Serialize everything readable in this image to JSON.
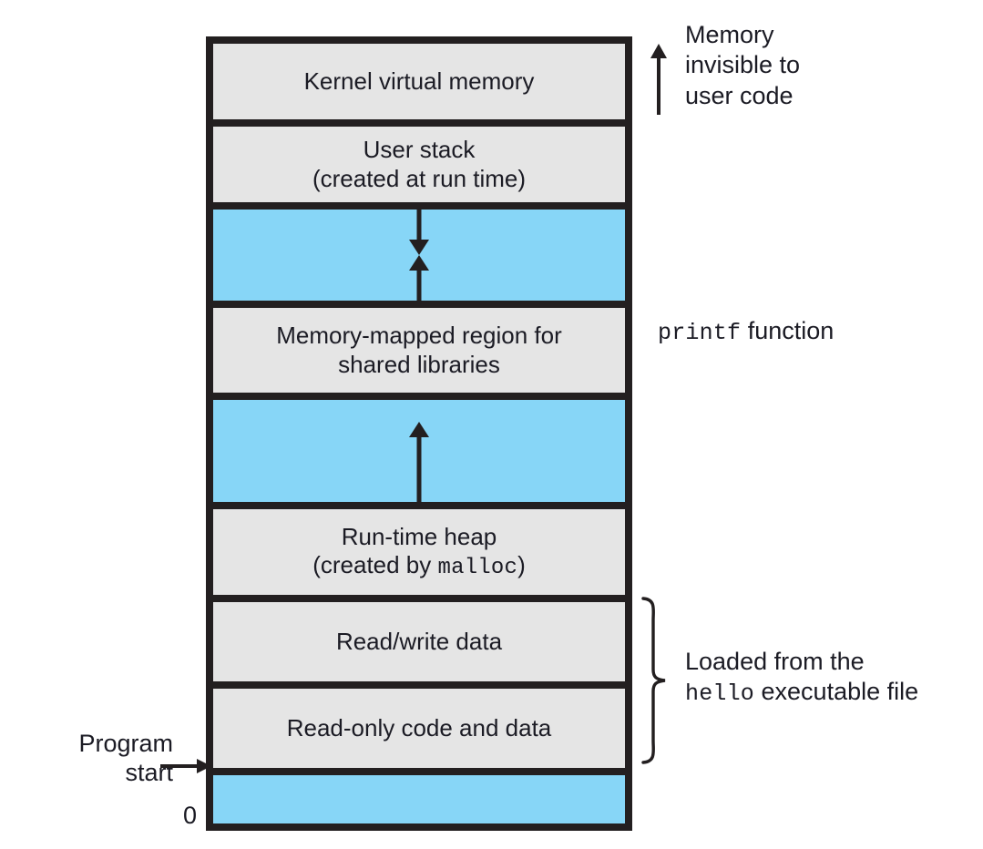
{
  "diagram": {
    "title": "Linux process virtual address space",
    "colors": {
      "block_fill": "#e5e5e5",
      "gap_fill": "#87d6f7",
      "border": "#231f20",
      "text": "#1b1b24",
      "background": "#ffffff"
    },
    "blocks": [
      {
        "id": "kernel-virtual-memory",
        "kind": "region",
        "lines": [
          {
            "text": "Kernel virtual memory",
            "mono": false
          }
        ]
      },
      {
        "id": "user-stack",
        "kind": "region",
        "lines": [
          {
            "text": "User stack",
            "mono": false
          },
          {
            "text": "(created at run time)",
            "mono": false
          }
        ]
      },
      {
        "id": "stack-mmap-gap",
        "kind": "gap",
        "arrows": [
          "down",
          "up"
        ],
        "lines": []
      },
      {
        "id": "memory-mapped-region",
        "kind": "region",
        "lines": [
          {
            "text": "Memory-mapped region for",
            "mono": false
          },
          {
            "text": "shared libraries",
            "mono": false
          }
        ]
      },
      {
        "id": "mmap-heap-gap",
        "kind": "gap",
        "arrows": [
          "up"
        ],
        "lines": []
      },
      {
        "id": "run-time-heap",
        "kind": "region",
        "lines": [
          {
            "text": "Run-time heap",
            "mono": false
          },
          {
            "text": "(created by ",
            "mono": false,
            "mono_part": "malloc",
            "tail": ")"
          }
        ]
      },
      {
        "id": "read-write-data",
        "kind": "region",
        "lines": [
          {
            "text": "Read/write data",
            "mono": false
          }
        ]
      },
      {
        "id": "read-only-code-and-data",
        "kind": "region",
        "lines": [
          {
            "text": "Read-only code and data",
            "mono": false
          }
        ]
      },
      {
        "id": "unmapped-low-memory",
        "kind": "gap",
        "arrows": [],
        "lines": []
      }
    ],
    "block_text": {
      "kernel": "Kernel virtual memory",
      "user_stack_line1": "User stack",
      "user_stack_line2": "(created at run time)",
      "mmap_line1": "Memory-mapped region for",
      "mmap_line2": "shared libraries",
      "heap_line1": "Run-time heap",
      "heap_line2_prefix": "(created by ",
      "heap_line2_mono": "malloc",
      "heap_line2_suffix": ")",
      "rw_data": "Read/write data",
      "ro_code": "Read-only code and data"
    },
    "annotations": {
      "kernel": {
        "line1": "Memory",
        "line2": "invisible to",
        "line3": "user code",
        "icon": "up-arrow-icon"
      },
      "printf": {
        "mono": "printf",
        "suffix": " function"
      },
      "loaded_from": {
        "line1": "Loaded from the",
        "line2_mono": "hello",
        "line2_suffix": " executable file",
        "icon": "curly-brace-icon"
      }
    },
    "left_labels": {
      "program_start_line1": "Program",
      "program_start_line2": "start",
      "zero": "0",
      "arrow_icon": "right-arrow-icon"
    }
  }
}
